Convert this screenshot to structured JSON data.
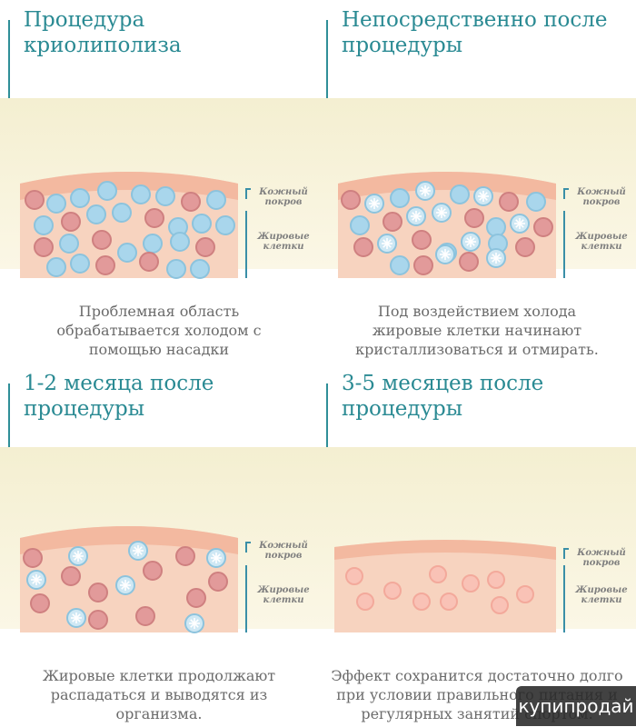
{
  "panels": [
    {
      "title": "Процедура\nкриолиполиза",
      "skin_label": "Кожный\nпокров",
      "fat_label": "Жировые\nклетки",
      "caption": "Проблемная область\nобрабатывается холодом с\nпомощью насадки"
    },
    {
      "title": "Непосредственно после\nпроцедуры",
      "skin_label": "Кожный\nпокров",
      "fat_label": "Жировые\nклетки",
      "caption": "Под воздействием холода\nжировые клетки начинают\nкристаллизоваться и отмирать."
    },
    {
      "title": "1-2 месяца после\nпроцедуры",
      "skin_label": "Кожный\nпокров",
      "fat_label": "Жировые\nклетки",
      "caption": "Жировые клетки продолжают\nраспадаться и выводятся из\nорганизма."
    },
    {
      "title": "3-5 месяцев после\nпроцедуры",
      "skin_label": "Кожный\nпокров",
      "fat_label": "Жировые\nклетки",
      "caption": "Эффект сохранится достаточно долго\nпри условии правильного питания и\nрегулярных занятий спортом."
    }
  ],
  "watermark": "купипродай",
  "colors": {
    "accent": "#2a8a93",
    "cell_blue": "#a9d6ec",
    "cell_red": "#e29a9a",
    "skin": "#f6c9b0",
    "band": "#f4efd1"
  }
}
